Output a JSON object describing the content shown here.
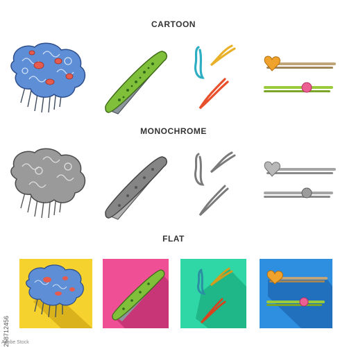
{
  "sections": [
    {
      "id": "cartoon",
      "label": "CARTOON"
    },
    {
      "id": "monochrome",
      "label": "MONOCHROME"
    },
    {
      "id": "flat",
      "label": "FLAT"
    }
  ],
  "stock": {
    "id": "258712456",
    "logo": "Adobe Stock"
  },
  "colors": {
    "flat_backgrounds": [
      "#f6d22f",
      "#ee4f95",
      "#2fd6a6",
      "#2e8ee0"
    ],
    "mono_fill": "#8a8a8a",
    "mono_light": "#bdbdbd"
  },
  "icons": [
    "decorative-comb-icon",
    "hair-clip-icon",
    "bobby-pins-icon",
    "barrettes-icon"
  ]
}
